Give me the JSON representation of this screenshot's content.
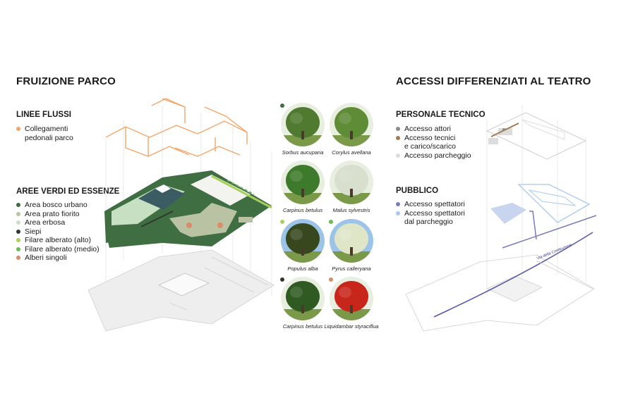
{
  "left": {
    "title": "FRUIZIONE PARCO",
    "flows": {
      "heading": "LINEE FLUSSI",
      "items": [
        {
          "label": "Collegamenti\npedonali parco",
          "color": "#f3a66b"
        }
      ]
    },
    "green": {
      "heading": "AREE VERDI ED ESSENZE",
      "items": [
        {
          "label": "Area bosco urbano",
          "color": "#3f6e43"
        },
        {
          "label": "Area prato fiorito",
          "color": "#b9c3a3"
        },
        {
          "label": "Area erbosa",
          "color": "#c7e0c2"
        },
        {
          "label": "Siepi",
          "color": "#2f3a2f"
        },
        {
          "label": "Filare alberato (alto)",
          "color": "#a9d15a"
        },
        {
          "label": "Filare alberato (medio)",
          "color": "#6bbb5a"
        },
        {
          "label": "Alberi singoli",
          "color": "#d98c6a"
        }
      ]
    }
  },
  "trees": [
    {
      "name": "Sorbus aucuparia",
      "foliage": "#4f7a30"
    },
    {
      "name": "Corylus avellana",
      "foliage": "#5f8c36"
    },
    {
      "name": "Carpinus betulus",
      "foliage": "#3e7a2c"
    },
    {
      "name": "Malus sylvestris",
      "foliage": "#d8dfcc"
    },
    {
      "name": "Populus alba",
      "foliage": "#37471e"
    },
    {
      "name": "Pyrus calleryana",
      "foliage": "#dfe6c8"
    },
    {
      "name": "Carpinus betulus",
      "foliage": "#2f5a22"
    },
    {
      "name": "Liquidambar styraciflua",
      "foliage": "#c8261a"
    }
  ],
  "tree_group_colors": [
    "#3f6e43",
    "#a9d15a",
    "#2f3a2f",
    "#d98c6a"
  ],
  "right": {
    "title": "ACCESSI DIFFERENZIATI AL TEATRO",
    "staff": {
      "heading": "PERSONALE TECNICO",
      "items": [
        {
          "label": "Accesso attori",
          "color": "#8c8c8c"
        },
        {
          "label": "Accesso tecnici\ne carico/scarico",
          "color": "#a27a52"
        },
        {
          "label": "Accesso parcheggio",
          "color": "#dcdcdc"
        }
      ]
    },
    "public": {
      "heading": "PUBBLICO",
      "items": [
        {
          "label": "Accesso spettatori",
          "color": "#7b7bb8"
        },
        {
          "label": "Accesso spettatori\ndal parcheggio",
          "color": "#a8c8f0"
        }
      ]
    },
    "road_label": "Via della Costituzione"
  }
}
